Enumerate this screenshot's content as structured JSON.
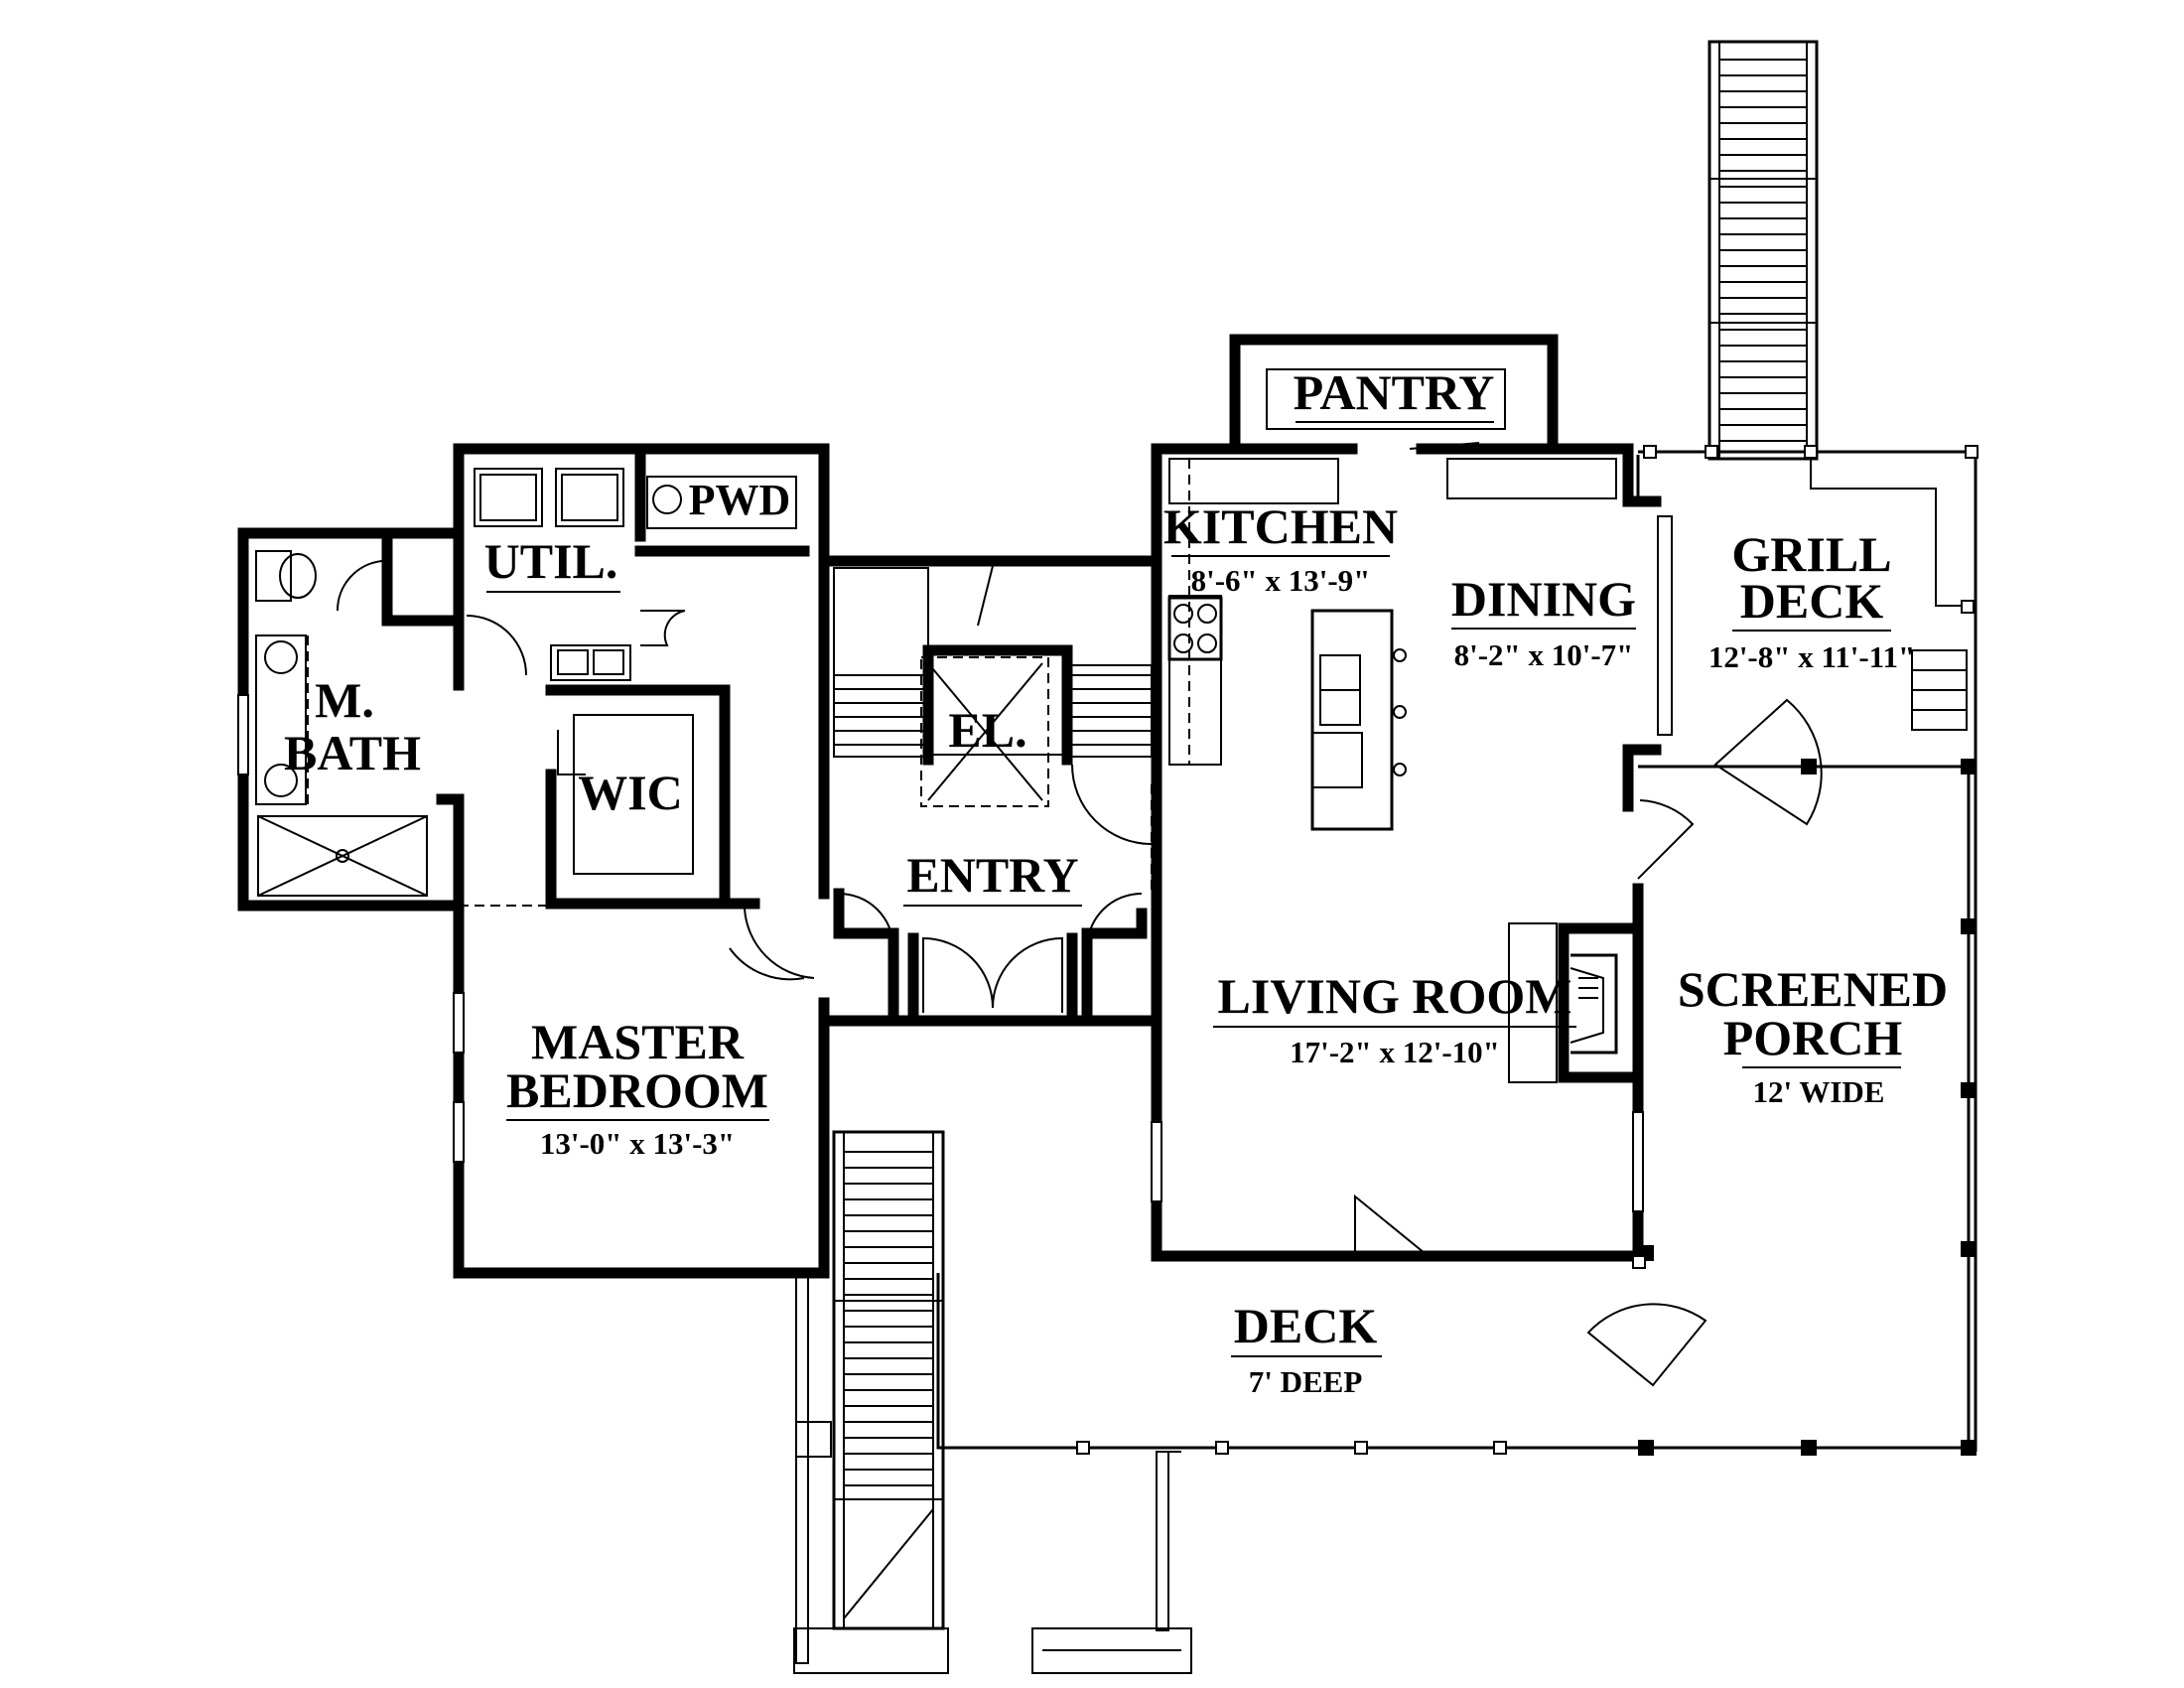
{
  "plan": {
    "rooms": {
      "pantry": {
        "name": "PANTRY"
      },
      "kitchen": {
        "name": "KITCHEN",
        "size": "8'-6\" x 13'-9\""
      },
      "dining": {
        "name": "DINING",
        "size": "8'-2\" x 10'-7\""
      },
      "grill": {
        "name_line1": "GRILL",
        "name_line2": "DECK",
        "size": "12'-8\" x 11'-11\""
      },
      "util": {
        "name": "UTIL."
      },
      "pwd": {
        "name": "PWD"
      },
      "mbath": {
        "name_line1": "M.",
        "name_line2": "BATH"
      },
      "wic": {
        "name": "WIC"
      },
      "elevator": {
        "name": "EL."
      },
      "entry": {
        "name": "ENTRY"
      },
      "living": {
        "name": "LIVING ROOM",
        "size": "17'-2\" x 12'-10\""
      },
      "screened": {
        "name_line1": "SCREENED",
        "name_line2": "PORCH",
        "size": "12' WIDE"
      },
      "master": {
        "name_line1": "MASTER",
        "name_line2": "BEDROOM",
        "size": "13'-0\" x 13'-3\""
      },
      "deck": {
        "name": "DECK",
        "size": "7' DEEP"
      }
    }
  }
}
